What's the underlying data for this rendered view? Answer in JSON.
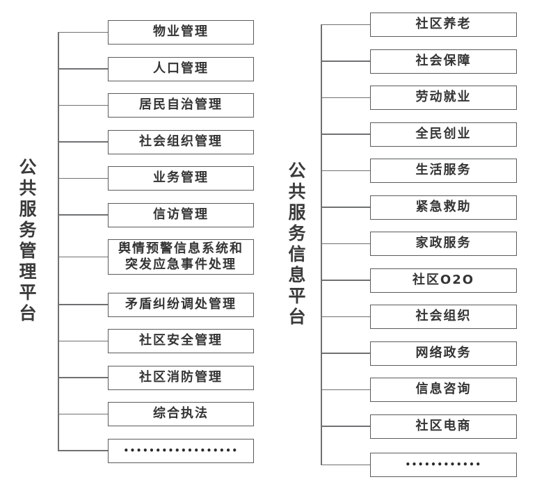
{
  "diagram": {
    "colors": {
      "background": "#ffffff",
      "line": "#6f7072",
      "box_border": "#595a5c",
      "text": "#343434"
    },
    "platforms": [
      {
        "label": "公共服务管理平台",
        "items": [
          {
            "label": "物业管理"
          },
          {
            "label": "人口管理"
          },
          {
            "label": "居民自治管理"
          },
          {
            "label": "社会组织管理"
          },
          {
            "label": "业务管理"
          },
          {
            "label": "信访管理"
          },
          {
            "label": "舆情预警信息系统和\n突发应急事件处理"
          },
          {
            "label": "矛盾纠纷调处管理"
          },
          {
            "label": "社区安全管理"
          },
          {
            "label": "社区消防管理"
          },
          {
            "label": "综合执法"
          },
          {
            "label": "••••••••••••••••••"
          }
        ]
      },
      {
        "label": "公共服务信息平台",
        "items": [
          {
            "label": "社区养老"
          },
          {
            "label": "社会保障"
          },
          {
            "label": "劳动就业"
          },
          {
            "label": "全民创业"
          },
          {
            "label": "生活服务"
          },
          {
            "label": "紧急救助"
          },
          {
            "label": "家政服务"
          },
          {
            "label": "社区O2O"
          },
          {
            "label": "社会组织"
          },
          {
            "label": "网络政务"
          },
          {
            "label": "信息咨询"
          },
          {
            "label": "社区电商"
          },
          {
            "label": "••••••••••••"
          }
        ]
      }
    ]
  }
}
